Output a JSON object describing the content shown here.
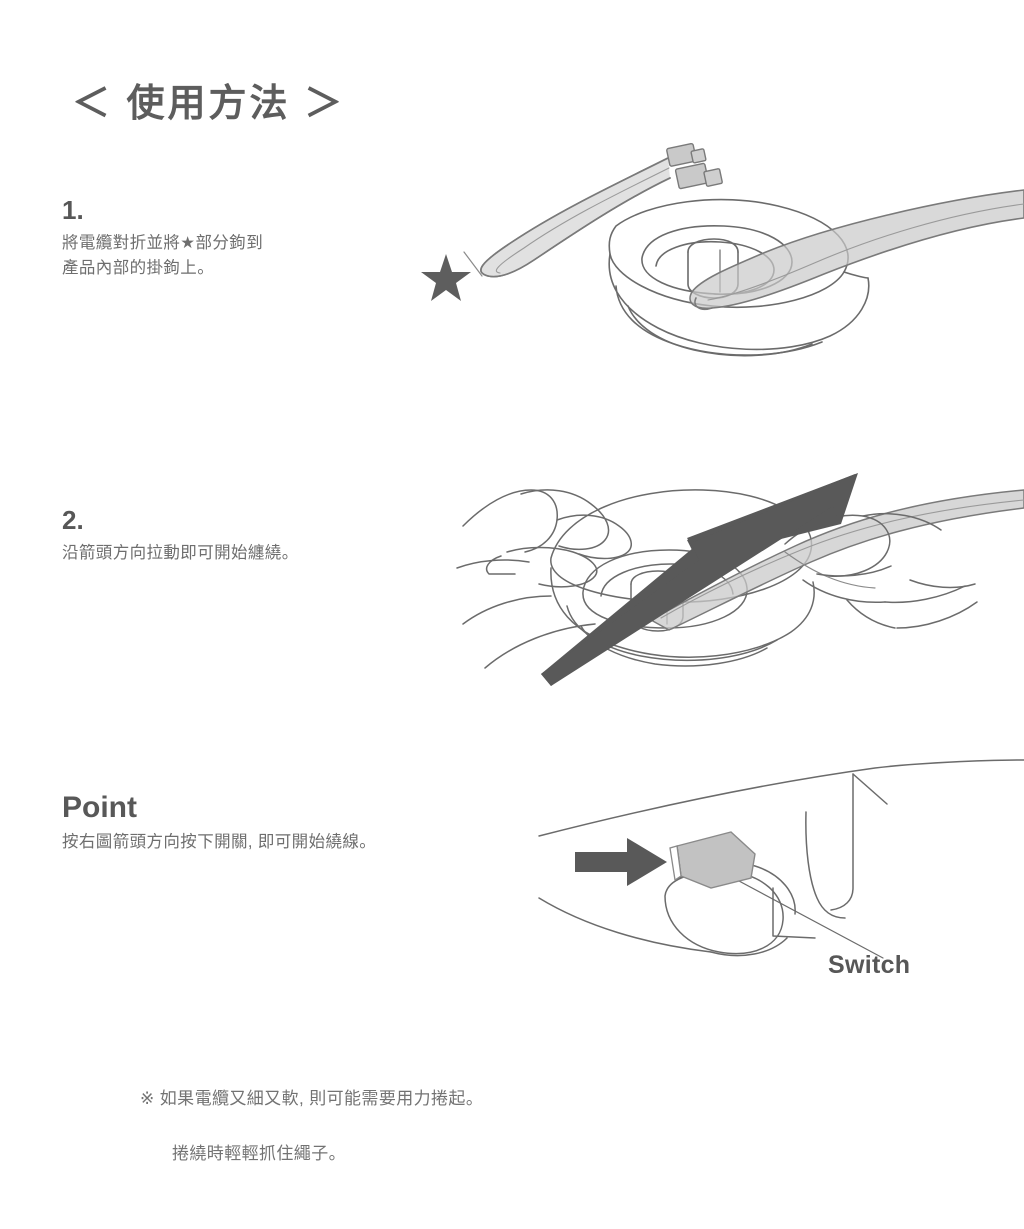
{
  "page": {
    "title": "＜ 使用方法 ＞",
    "background_color": "#ffffff",
    "text_color": "#6e6e6e",
    "heading_color": "#575757",
    "line_art_color": "#6b6b6b",
    "arrow_color": "#595959",
    "cable_fill_color": "#c9c9c9",
    "switch_tab_color": "#c2c2c2"
  },
  "steps": [
    {
      "number": "1.",
      "text": "將電纜對折並將★部分鉤到\n產品內部的掛鉤上。",
      "illustration": {
        "name": "cable-hooked-into-winder",
        "elements": [
          "folded-cable",
          "two-usb-connectors",
          "star-marker",
          "oval-cable-winder",
          "cable-slot"
        ]
      }
    },
    {
      "number": "2.",
      "text": "沿箭頭方向拉動即可開始纏繞。",
      "illustration": {
        "name": "hands-pulling-cable",
        "elements": [
          "left-hand",
          "right-hand",
          "oval-cable-winder",
          "pull-arrow-up-right",
          "cable-strap"
        ]
      }
    }
  ],
  "point": {
    "title": "Point",
    "text": "按右圖箭頭方向按下開關, 即可開始繞線。",
    "illustration": {
      "name": "switch-press-closeup",
      "elements": [
        "device-underside",
        "switch-tab",
        "press-arrow-right",
        "leader-line"
      ]
    },
    "switch_label": "Switch"
  },
  "footnote": {
    "marker": "※",
    "line1": "如果電纜又細又軟, 則可能需要用力捲起。",
    "line2": "捲繞時輕輕抓住繩子。"
  }
}
